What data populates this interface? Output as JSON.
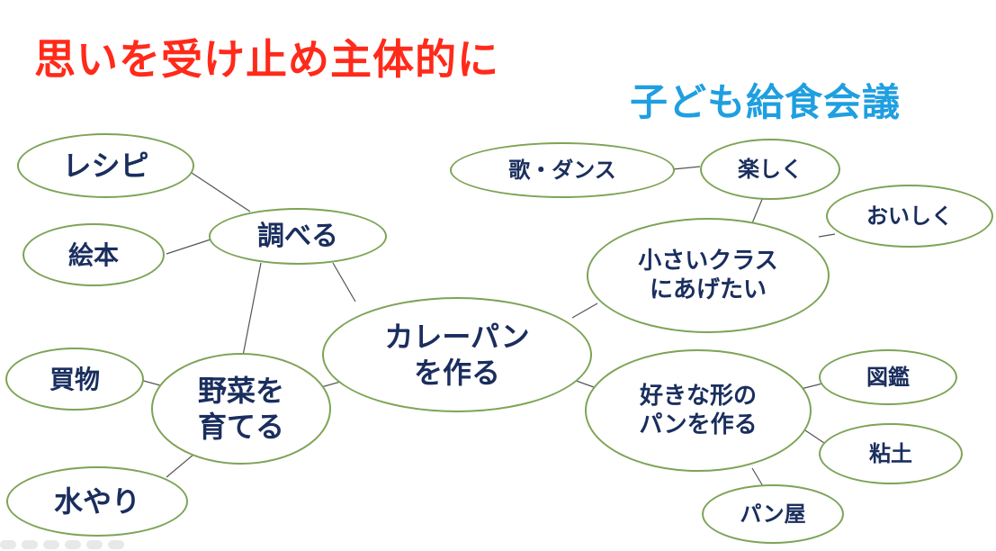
{
  "title": "思いを受け止め主体的に",
  "subtitle": "子ども給食会議",
  "nodes": {
    "center": "カレーパン\nを作る",
    "shiraberu": "調べる",
    "recipe": "レシピ",
    "ehon": "絵本",
    "yasai": "野菜を\n育てる",
    "kaimono": "買物",
    "mizuyari": "水やり",
    "chiisai": "小さいクラス\nにあげたい",
    "tanoshiku": "楽しく",
    "uta": "歌・ダンス",
    "oishiku": "おいしく",
    "sukina": "好きな形の\nパンを作る",
    "zukan": "図鑑",
    "nendo": "粘土",
    "panya": "パン屋"
  },
  "colors": {
    "title": "#ff2a1a",
    "subtitle": "#1f9fe0",
    "node_border": "#7ea356",
    "node_text": "#1a2e5e",
    "connector": "#555555"
  }
}
